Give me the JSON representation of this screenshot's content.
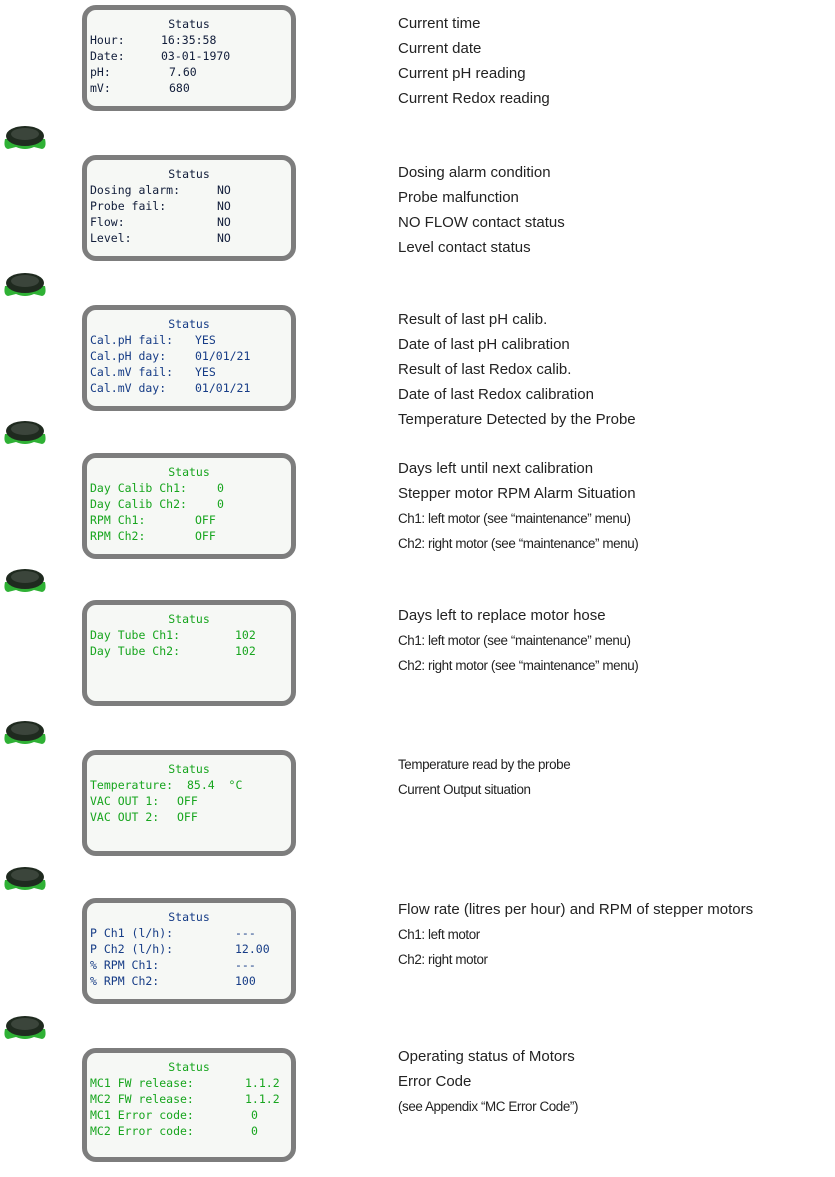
{
  "panels": [
    {
      "title": "Status",
      "rows": [
        {
          "label": "Hour:",
          "value": "16:35:58"
        },
        {
          "label": "Date:",
          "value": "03-01-1970"
        },
        {
          "label": "pH:",
          "value": "7.60"
        },
        {
          "label": "mV:",
          "value": "680"
        }
      ],
      "descriptions": [
        "Current time",
        "Current date",
        "Current pH reading",
        "Current Redox reading"
      ]
    },
    {
      "title": "Status",
      "rows": [
        {
          "label": "Dosing alarm:",
          "value": "NO"
        },
        {
          "label": "Probe fail:",
          "value": "NO"
        },
        {
          "label": "Flow:",
          "value": "NO"
        },
        {
          "label": "Level:",
          "value": "NO"
        }
      ],
      "descriptions": [
        "Dosing alarm condition",
        "Probe malfunction",
        "NO FLOW contact status",
        "Level contact status"
      ]
    },
    {
      "title": "Status",
      "rows": [
        {
          "label": "Cal.pH fail:",
          "value": "YES"
        },
        {
          "label": "Cal.pH day:",
          "value": "01/01/21"
        },
        {
          "label": "Cal.mV fail:",
          "value": "YES"
        },
        {
          "label": "Cal.mV day:",
          "value": "01/01/21"
        }
      ],
      "descriptions": [
        "Result of last pH calib.",
        "Date of last pH calibration",
        "Result of last Redox calib.",
        "Date of last Redox calibration",
        "Temperature Detected by the Probe"
      ]
    },
    {
      "title": "Status",
      "rows": [
        {
          "label": "Day Calib Ch1:",
          "value": "0"
        },
        {
          "label": "Day Calib Ch2:",
          "value": "0"
        },
        {
          "label": "RPM Ch1:",
          "value": "OFF"
        },
        {
          "label": "RPM Ch2:",
          "value": "OFF"
        }
      ],
      "descriptions": [
        "Days left until next calibration",
        "Stepper motor RPM Alarm Situation",
        "Ch1: left motor (see “maintenance” menu)",
        "Ch2: right motor (see “maintenance” menu)"
      ]
    },
    {
      "title": "Status",
      "rows": [
        {
          "label": "Day Tube Ch1:",
          "value": "102"
        },
        {
          "label": "Day Tube Ch2:",
          "value": "102"
        }
      ],
      "descriptions": [
        "Days left to replace motor hose",
        "Ch1: left motor (see “maintenance” menu)",
        "Ch2: right motor (see “maintenance” menu)"
      ]
    },
    {
      "title": "Status",
      "rows": [
        {
          "label": "Temperature:",
          "value": "85.4  °C"
        },
        {
          "label": "VAC OUT 1:",
          "value": "OFF"
        },
        {
          "label": "VAC OUT 2:",
          "value": "OFF"
        }
      ],
      "descriptions": [
        "Temperature read by the probe",
        "Current Output situation"
      ]
    },
    {
      "title": "Status",
      "rows": [
        {
          "label": "P Ch1 (l/h):",
          "value": "---"
        },
        {
          "label": "P Ch2 (l/h):",
          "value": "12.00"
        },
        {
          "label": "% RPM Ch1:",
          "value": "---"
        },
        {
          "label": "% RPM Ch2:",
          "value": "100"
        }
      ],
      "descriptions": [
        "Flow rate (litres per hour) and RPM of stepper motors",
        "Ch1: left motor",
        "Ch2: right motor"
      ]
    },
    {
      "title": "Status",
      "rows": [
        {
          "label": "MC1 FW release:",
          "value": "1.1.2"
        },
        {
          "label": "MC2 FW release:",
          "value": "1.1.2"
        },
        {
          "label": "MC1 Error code:",
          "value": "0"
        },
        {
          "label": "MC2 Error code:",
          "value": "0"
        }
      ],
      "descriptions": [
        "Operating status of Motors",
        "Error Code",
        "(see Appendix “MC Error Code”)"
      ]
    }
  ],
  "knob_icon": "rotary-knob-icon",
  "colors": {
    "lcd_green": "#17a51e",
    "lcd_blue": "#163c86",
    "knob_dark": "#1f2a1f",
    "knob_green": "#2fb135",
    "bezel": "#7d7d7d"
  }
}
